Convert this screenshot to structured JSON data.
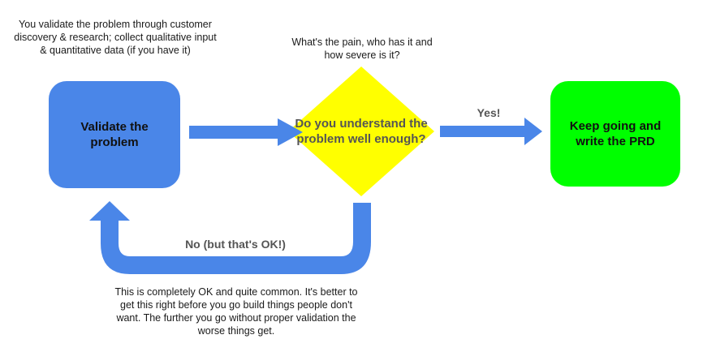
{
  "colors": {
    "validate_box": "#4a86e8",
    "decision_diamond": "#ffff00",
    "keep_going_box": "#00ff00",
    "arrow": "#4a86e8",
    "arrow_label": "#555555",
    "note_text": "#1a1a1a"
  },
  "nodes": {
    "validate": {
      "label": "Validate the problem",
      "note": "You validate the problem through customer discovery & research; collect qualitative input & quantitative data (if you have it)"
    },
    "decision": {
      "label": "Do you understand the problem well enough?",
      "note": "What's the pain, who has it and how severe is it?"
    },
    "keep_going": {
      "label": "Keep going and write the PRD"
    }
  },
  "edges": {
    "validate_to_decision": {
      "from": "validate",
      "to": "decision",
      "label": ""
    },
    "decision_to_keep_going": {
      "from": "decision",
      "to": "keep_going",
      "label": "Yes!"
    },
    "decision_to_validate": {
      "from": "decision",
      "to": "validate",
      "label": "No (but that's OK!)",
      "note": "This is completely OK and quite common. It's better to get this right before you go build things people don't want. The further you go without proper validation the worse things get."
    }
  }
}
